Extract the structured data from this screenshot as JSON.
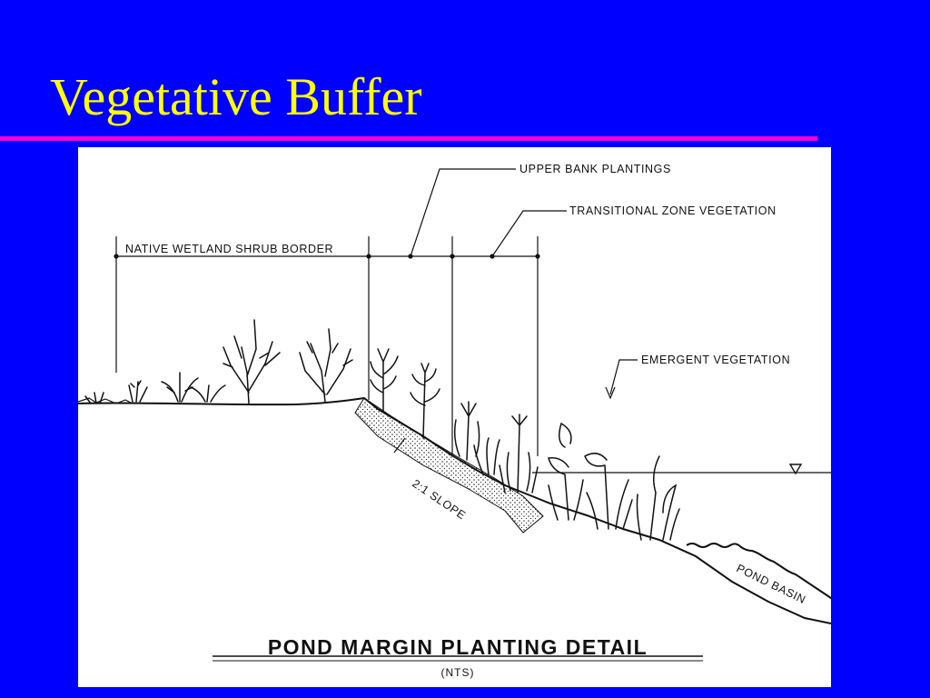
{
  "slide": {
    "title": "Vegetative Buffer",
    "colors": {
      "background": "#0000ff",
      "title": "#ffff00",
      "rule": "#ff00cc"
    }
  },
  "diagram": {
    "labels": {
      "upper_bank": "UPPER BANK PLANTINGS",
      "transitional": "TRANSITIONAL ZONE VEGETATION",
      "native_border": "NATIVE WETLAND SHRUB BORDER",
      "emergent": "EMERGENT VEGETATION",
      "slope": "2:1 SLOPE",
      "pond_basin": "POND BASIN"
    },
    "caption": "POND MARGIN PLANTING DETAIL",
    "subcaption": "(NTS)"
  }
}
